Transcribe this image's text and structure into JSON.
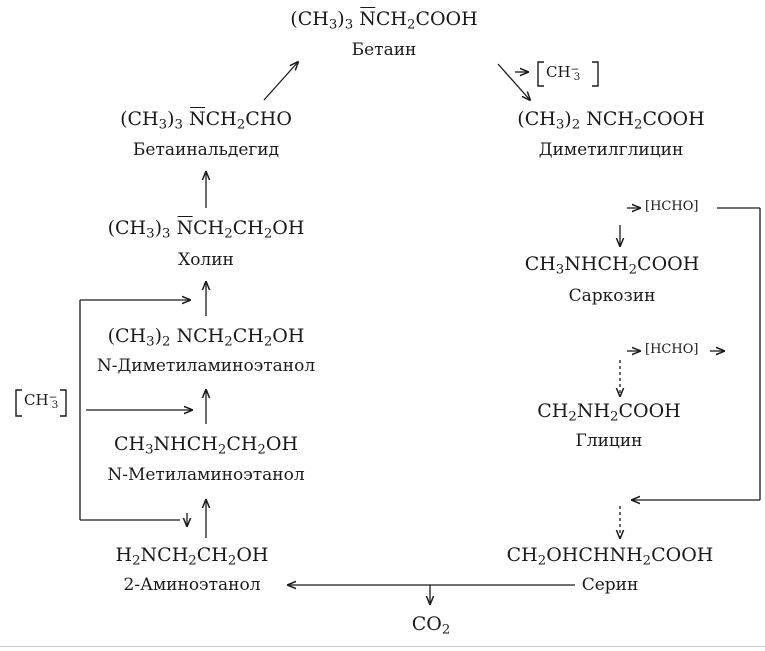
{
  "compounds": {
    "betaine": {
      "formula": {
        "pre": "(CH",
        "s1": "3",
        "mid": ")",
        "s2": "3",
        "n": "N",
        "tail": "CH",
        "s3": "2",
        "end": "COOH"
      },
      "name": "Бетаин"
    },
    "betaine_aldehyde": {
      "formula": {
        "pre": "(CH",
        "s1": "3",
        "mid": ")",
        "s2": "3",
        "n": "N",
        "tail": "CH",
        "s3": "2",
        "end": "CHO"
      },
      "name": "Бетаинальдегид"
    },
    "choline": {
      "formula": {
        "pre": "(CH",
        "s1": "3",
        "mid": ")",
        "s2": "3",
        "n": "N",
        "tail": "CH",
        "s3": "2",
        "mid2": "CH",
        "s4": "2",
        "end": "OH"
      },
      "name": "Холин"
    },
    "dimethylaminoethanol": {
      "formula": {
        "pre": "(CH",
        "s1": "3",
        "mid": ")",
        "s2": "2",
        "n": "NCH",
        "s3": "2",
        "mid2": "CH",
        "s4": "2",
        "end": "OH"
      },
      "name": "N-Диметиламиноэтанол"
    },
    "methylaminoethanol": {
      "formula": {
        "pre": "CH",
        "s1": "3",
        "mid": "NHCH",
        "s2": "2",
        "mid2": "CH",
        "s3": "2",
        "end": "OH"
      },
      "name": "N-Метиламиноэтанол"
    },
    "aminoethanol": {
      "formula": {
        "pre": "H",
        "s1": "2",
        "mid": "NCH",
        "s2": "2",
        "mid2": "CH",
        "s3": "2",
        "end": "OH"
      },
      "name": "2-Аминоэтанол"
    },
    "dimethylglycine": {
      "formula": {
        "pre": "(CH",
        "s1": "3",
        "mid": ")",
        "s2": "2",
        "n": " NCH",
        "s3": "2",
        "end": "COOH"
      },
      "name": "Диметилглицин"
    },
    "sarcosine": {
      "formula": {
        "pre": "CH",
        "s1": "3",
        "mid": "NHCH",
        "s2": "2",
        "end": "COOH"
      },
      "name": "Саркозин"
    },
    "glycine": {
      "formula": {
        "pre": "CH",
        "s1": "2",
        "mid": "NH",
        "s2": "2",
        "end": "COOH"
      },
      "name": "Глицин"
    },
    "serine": {
      "formula": {
        "pre": "CH",
        "s1": "2",
        "end": "OHCHNH",
        "s2": "2",
        "end2": "COOH"
      },
      "name": "Серин"
    }
  },
  "co2": {
    "pre": "CO",
    "s1": "2"
  },
  "methyl_group": {
    "base": "CH",
    "sub": "3",
    "sup": "−"
  },
  "hcho": "[HCHO]",
  "colors": {
    "ink": "#1a1a1a",
    "background": "#ffffff"
  }
}
